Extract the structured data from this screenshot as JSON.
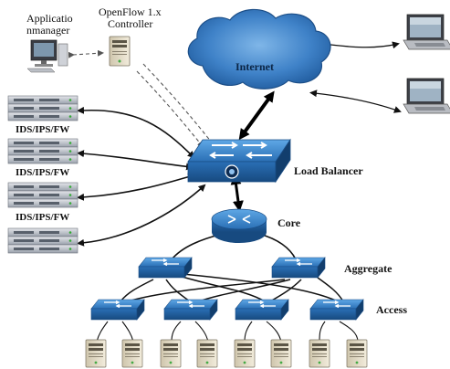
{
  "labels": {
    "app_manager_line1": "Applicatio",
    "app_manager_line2": "nmanager",
    "controller_line1": "OpenFlow 1.x",
    "controller_line2": "Controller",
    "internet": "Internet",
    "load_balancer": "Load Balancer",
    "core": "Core",
    "aggregate": "Aggregate",
    "access": "Access",
    "security_appliance": "IDS/IPS/FW"
  },
  "icons": {
    "cloud": "cloud-icon",
    "laptop": "laptop-icon",
    "server_rack": "rack-server-icon",
    "tower_server": "tower-server-icon",
    "workstation": "workstation-icon",
    "switch": "network-switch-icon",
    "router": "router-icon"
  },
  "colors": {
    "cloud": "#2f6fb6",
    "switch": "#2e7fc9",
    "link": "#111111",
    "control_link": "#555555"
  }
}
